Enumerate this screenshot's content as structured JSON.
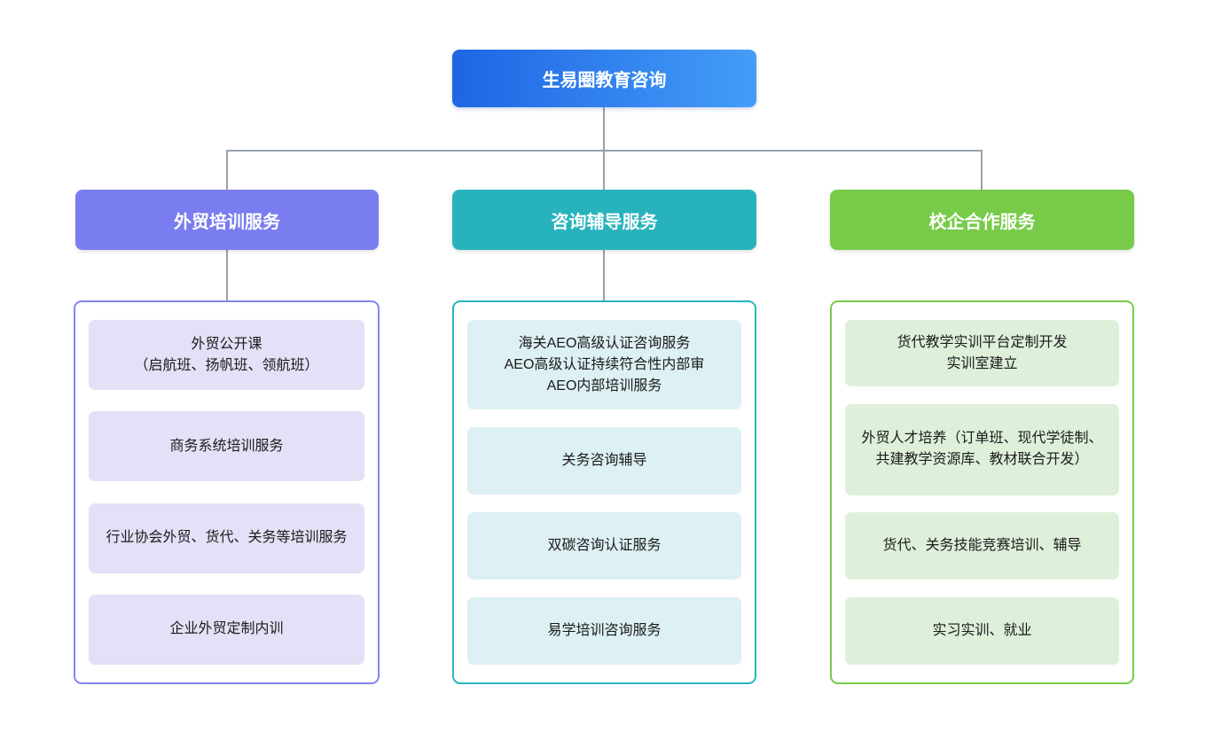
{
  "root": {
    "label": "生易圈教育咨询",
    "gradient_start": "#1e65e4",
    "gradient_end": "#449df7"
  },
  "branches": [
    {
      "label": "外贸培训服务",
      "header_color": "#7a7df0",
      "border_color": "#8286f0",
      "item_bg": "#e3e1f7",
      "items": [
        "外贸公开课\n（启航班、扬帆班、领航班）",
        "商务系统培训服务",
        "行业协会外贸、货代、关务等培训服务",
        "企业外贸定制内训"
      ]
    },
    {
      "label": "咨询辅导服务",
      "header_color": "#28b3bc",
      "border_color": "#2ab5bd",
      "item_bg": "#ddf0f3",
      "items": [
        "海关AEO高级认证咨询服务\nAEO高级认证持续符合性内部审\nAEO内部培训服务",
        "关务咨询辅导",
        "双碳咨询认证服务",
        "易学培训咨询服务"
      ]
    },
    {
      "label": "校企合作服务",
      "header_color": "#77cb49",
      "border_color": "#77cb49",
      "item_bg": "#def0da",
      "items": [
        "货代教学实训平台定制开发\n实训室建立",
        "外贸人才培养（订单班、现代学徒制、共建教学资源库、教材联合开发）",
        "货代、关务技能竞赛培训、辅导",
        "实习实训、就业"
      ]
    }
  ],
  "connector_color": "#98a1ac"
}
